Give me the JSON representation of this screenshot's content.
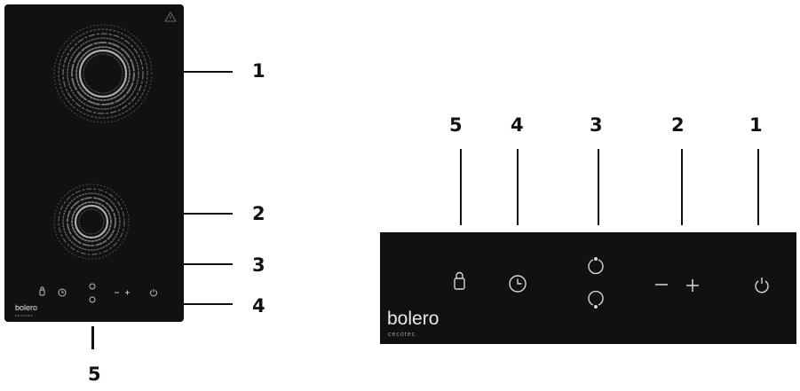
{
  "left_hob": {
    "brand": "bolero",
    "sub_brand": "cecotec",
    "callouts": [
      "1",
      "2",
      "3",
      "4",
      "5"
    ]
  },
  "right_panel": {
    "brand": "bolero",
    "sub_brand": "cecotec",
    "callouts": [
      "5",
      "4",
      "3",
      "2",
      "1"
    ],
    "controls": [
      {
        "callout": "5",
        "icon": "lock-icon"
      },
      {
        "callout": "4",
        "icon": "timer-icon"
      },
      {
        "callout": "3",
        "icon": "zone-select-icon"
      },
      {
        "callout": "2",
        "icon": "minus-plus-icon"
      },
      {
        "callout": "1",
        "icon": "power-icon"
      }
    ]
  },
  "colors": {
    "glass": "#111111",
    "icon": "#d8d8d8",
    "callout": "#111111"
  }
}
